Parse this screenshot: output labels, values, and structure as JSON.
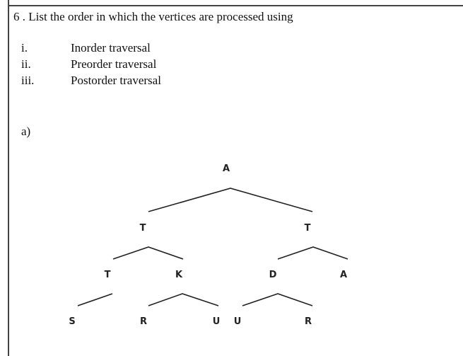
{
  "question": "6 . List the order in which the vertices are processed using",
  "items": [
    {
      "num": "i.",
      "label": "Inorder traversal"
    },
    {
      "num": "ii.",
      "label": "Preorder traversal"
    },
    {
      "num": "iii.",
      "label": "Postorder traversal"
    }
  ],
  "part": "a)",
  "tree": {
    "root": "A",
    "level1": [
      "T",
      "T"
    ],
    "level2": [
      "T",
      "K",
      "D",
      "A"
    ],
    "level3": [
      "S",
      "R",
      "U",
      "U",
      "R"
    ]
  }
}
